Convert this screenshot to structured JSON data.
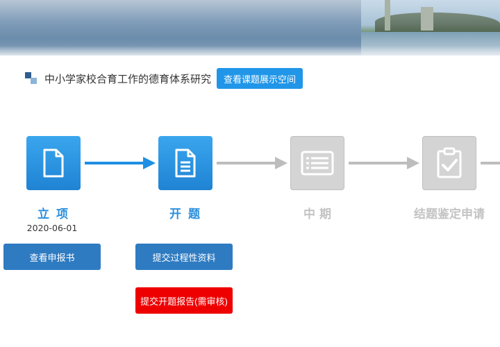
{
  "project": {
    "title": "中小学家校合育工作的德育体系研究",
    "space_button": "查看课题展示空间"
  },
  "stages": [
    {
      "label": "立 项",
      "icon": "file-icon",
      "status": "active",
      "date": "2020-06-01"
    },
    {
      "label": "开 题",
      "icon": "document-lines-icon",
      "status": "active"
    },
    {
      "label": "中 期",
      "icon": "list-icon",
      "status": "inactive"
    },
    {
      "label": "结题鉴定申请",
      "icon": "clipboard-check-icon",
      "status": "inactive"
    }
  ],
  "actions": {
    "view_application": "查看申报书",
    "submit_process_materials": "提交过程性资料",
    "submit_opening_report": "提交开题报告(需审核)"
  },
  "colors": {
    "active_blue": "#2a8fdc",
    "inactive_gray": "#c3c3c3",
    "button_blue": "#2e7bc2",
    "button_red": "#ee0000",
    "space_button_blue": "#2196e8"
  }
}
